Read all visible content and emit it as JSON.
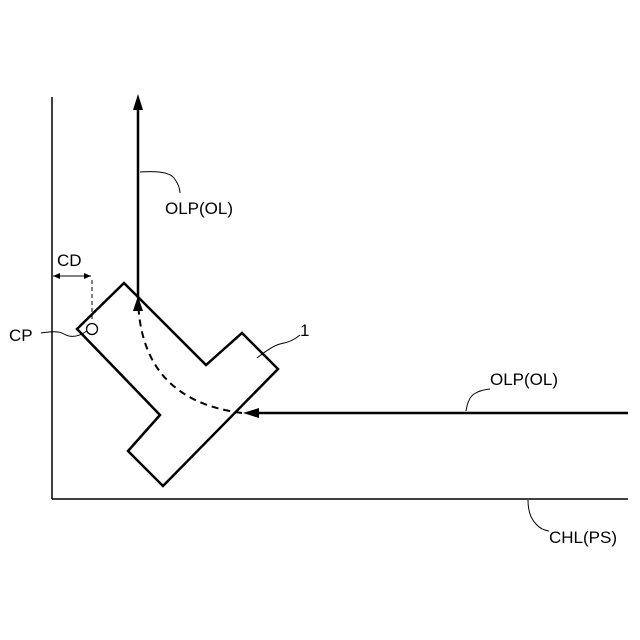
{
  "labels": {
    "path_upper": "OLP(OL)",
    "path_right": "OLP(OL)",
    "clearance": "CD",
    "contact_point": "CP",
    "part_number": "1",
    "boundary": "CHL(PS)"
  },
  "colors": {
    "line": "#000000",
    "background": "#ffffff"
  },
  "icons": {
    "arrow_up": "arrowhead-up",
    "arrow_left": "arrowhead-left",
    "contact_marker": "circle-marker"
  }
}
